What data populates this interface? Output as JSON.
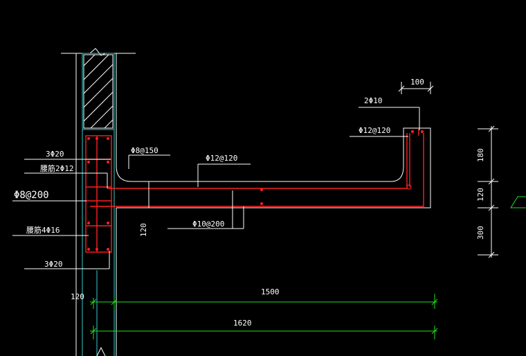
{
  "colors": {
    "background": "#000000",
    "outline": "#ffffff",
    "rebar": "#ff2020",
    "dimension": "#20e020",
    "column_line": "#33cccc"
  },
  "labels": {
    "top_bar_note": "2Φ10",
    "top_dim": "100",
    "upper_bar": "Φ12@120",
    "slab_top_bar": "Φ12@120",
    "stirrup_top": "Φ8@150",
    "col_top_bars": "3Φ20",
    "col_waist": "腰筋2Φ12",
    "col_stirrup": "Φ8@200",
    "col_waist2": "腰筋4Φ16",
    "col_bot_bars": "3Φ20",
    "slab_bottom_bar": "Φ10@200",
    "slab_thickness": "120"
  },
  "dimensions": {
    "right_180": "180",
    "right_120": "120",
    "right_300": "300",
    "bottom_120": "120",
    "span_1500": "1500",
    "span_1620": "1620"
  }
}
